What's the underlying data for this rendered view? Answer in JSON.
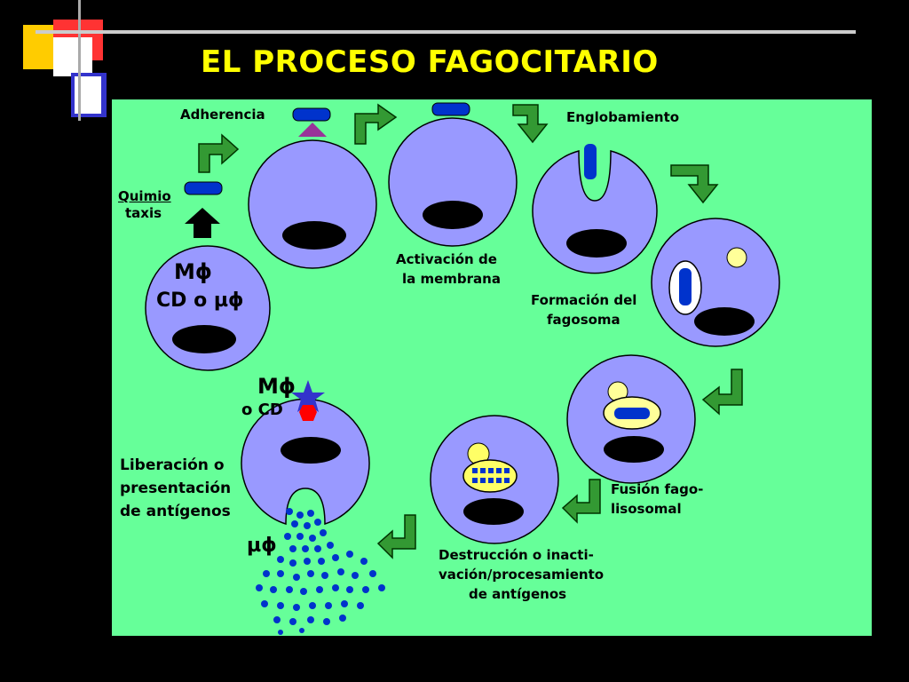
{
  "title": "EL PROCESO FAGOCITARIO",
  "colors": {
    "background": "#000000",
    "title": "#FFFF00",
    "panel": "#66FF99",
    "cell": "#9999FF",
    "nucleus": "#000000",
    "arrow": "#339933",
    "antigen": "#0033CC",
    "lysosome": "#FFFF99"
  },
  "labels": {
    "quimiotaxis_1": "Quimio",
    "quimiotaxis_2": "taxis",
    "adherencia": "Adherencia",
    "activacion_1": "Activación de",
    "activacion_2": "la membrana",
    "englobamiento": "Englobamiento",
    "fagosoma_1": "Formación del",
    "fagosoma_2": "fagosoma",
    "fusion_1": "Fusión fago-",
    "fusion_2": "lisosomal",
    "destruccion_1": "Destrucción o inacti-",
    "destruccion_2": "vación/procesamiento",
    "destruccion_3": "de antígenos",
    "liberacion_1": "Liberación o",
    "liberacion_2": "presentación",
    "liberacion_3": "de antígenos"
  },
  "cell_labels": {
    "m_phi": "Mϕ",
    "cd_o_mu_phi": "CD o µϕ",
    "m_phi_top": "Mϕ",
    "o_cd": "o CD",
    "mu_phi": "µϕ"
  }
}
